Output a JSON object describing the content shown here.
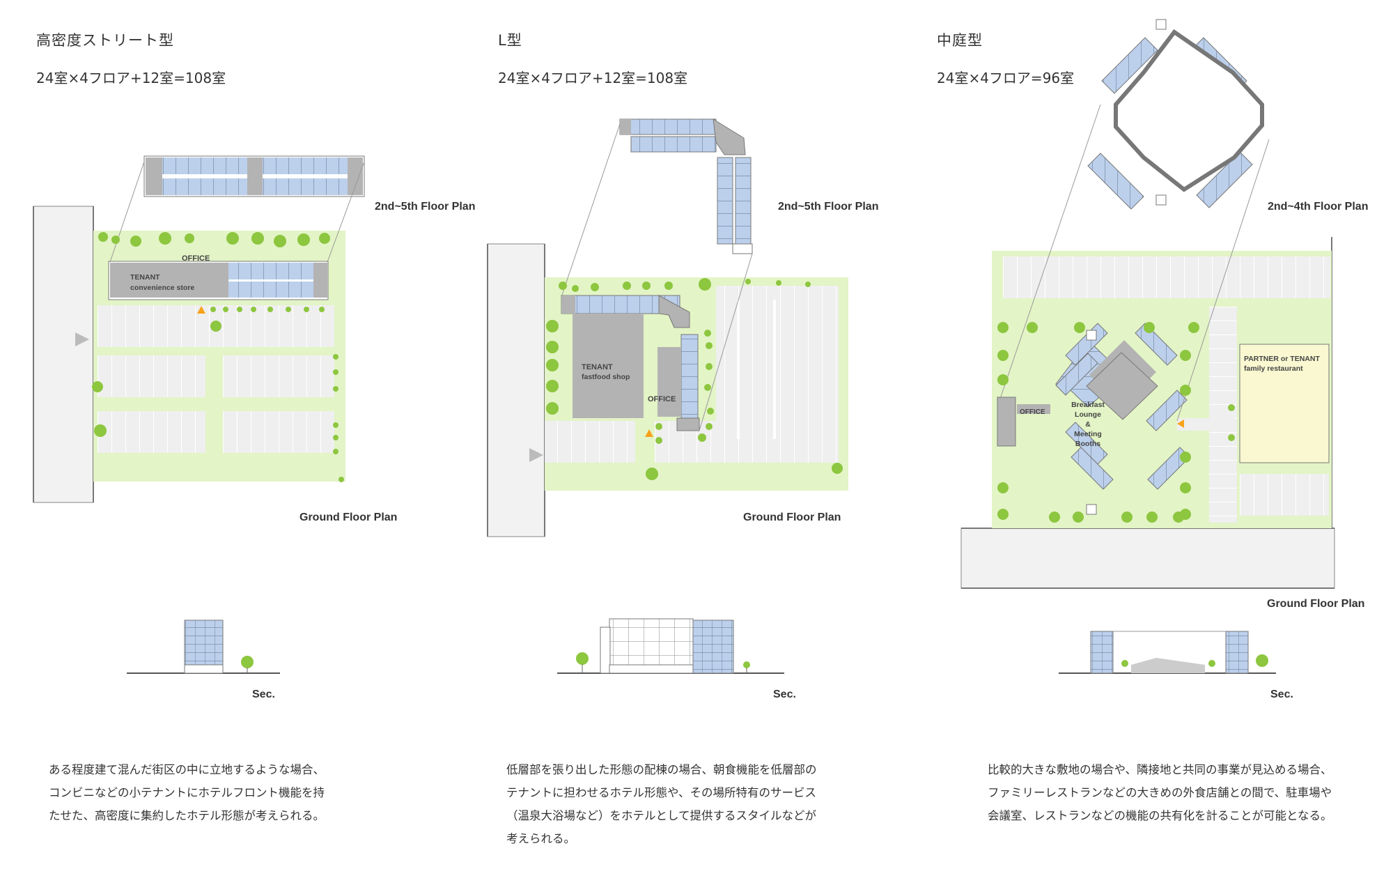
{
  "panels": [
    {
      "title": "高密度ストリート型",
      "rooms": "24室×4フロア+12室=108室",
      "upper_plan_label": "2nd~5th Floor Plan",
      "ground_plan_label": "Ground Floor Plan",
      "section_label": "Sec.",
      "office_label": "OFFICE",
      "tenant_label": "TENANT",
      "tenant_use": "convenience  store",
      "description": [
        "ある程度建て混んだ街区の中に立地するような場合、",
        "コンビニなどの小テナントにホテルフロント機能を持",
        "たせた、高密度に集約したホテル形態が考えられる。"
      ]
    },
    {
      "title": "L型",
      "rooms": "24室×4フロア+12室=108室",
      "upper_plan_label": "2nd~5th Floor Plan",
      "ground_plan_label": "Ground Floor Plan",
      "section_label": "Sec.",
      "office_label": "OFFICE",
      "tenant_label": "TENANT",
      "tenant_use": "fastfood  shop",
      "description": [
        "低層部を張り出した形態の配棟の場合、朝食機能を低層部の",
        "テナントに担わせるホテル形態や、その場所特有のサービス",
        "（温泉大浴場など）をホテルとして提供するスタイルなどが",
        "考えられる。"
      ]
    },
    {
      "title": "中庭型",
      "rooms": "24室×4フロア=96室",
      "upper_plan_label": "2nd~4th Floor Plan",
      "ground_plan_label": "Ground Floor Plan",
      "section_label": "Sec.",
      "office_label": "OFFICE",
      "tenant_label": "PARTNER or TENANT",
      "tenant_use": "family  restaurant",
      "lounge_lines": [
        "Breakfast",
        "Lounge",
        "&",
        "Meeting",
        "Booths"
      ],
      "description": [
        "比較的大きな敷地の場合や、隣接地と共同の事業が見込める場合、",
        "ファミリーレストランなどの大きめの外食店舗との間で、駐車場や",
        "会議室、レストランなどの機能の共有化を計ることが可能となる。"
      ]
    }
  ],
  "colors": {
    "site_green": "#e3f4c6",
    "tree_green": "#8dc63f",
    "room_blue": "#bcd0ec",
    "core_gray": "#b3b3b3",
    "parking_gray": "#efefef",
    "road_gray": "#f2f2f2",
    "text": "#333333"
  }
}
